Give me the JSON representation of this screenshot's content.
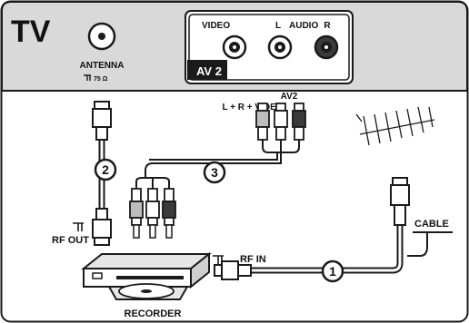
{
  "tv": {
    "title": "TV",
    "antenna_label": "ANTENNA",
    "antenna_impedance": "75 Ω",
    "av_jacks": {
      "video": "VIDEO",
      "l": "L",
      "audio": "AUDIO",
      "r": "R"
    },
    "av_badge": "AV 2"
  },
  "labels": {
    "av2_line1": "AV2",
    "av2_line2": "L + R + VIDEO",
    "rf_out": "RF OUT",
    "rf_in": "RF IN",
    "cable": "CABLE",
    "recorder": "RECORDER"
  },
  "steps": [
    "1",
    "2",
    "3"
  ],
  "colors": {
    "tv_panel": "#d9d9d9",
    "stroke": "#1a1a1a",
    "plug_red": "#3a3a3a",
    "plug_white": "#ffffff",
    "plug_yellow": "#bdbdbd"
  },
  "icons": [
    "antenna-connector-icon",
    "av-jack-icon",
    "rf-symbol-icon",
    "aerial-antenna-icon",
    "recorder-icon",
    "disc-icon"
  ]
}
